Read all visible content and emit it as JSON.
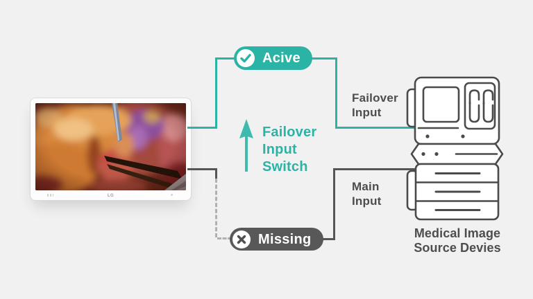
{
  "colors": {
    "teal": "#2bb3a6",
    "dark": "#555555",
    "dash": "#b0b0b0",
    "label_gray": "#4d4d4d",
    "device_stroke": "#4a4a4a",
    "background": "#f1f1f2"
  },
  "monitor": {
    "logo": "LG",
    "screen_content": "surgical-endoscopy-image"
  },
  "flow": {
    "active_badge_label": "Acive",
    "missing_badge_label": "Missing",
    "switch_label": "Failover\nInput\nSwitch",
    "failover_input_label": "Failover\nInput",
    "main_input_label": "Main\nInput"
  },
  "device": {
    "label": "Medical Image\nSource Devies"
  },
  "icons": {
    "active": "check-circle-icon",
    "missing": "x-circle-icon",
    "switch": "arrow-up-icon",
    "device": "medical-image-source-device-icon"
  }
}
